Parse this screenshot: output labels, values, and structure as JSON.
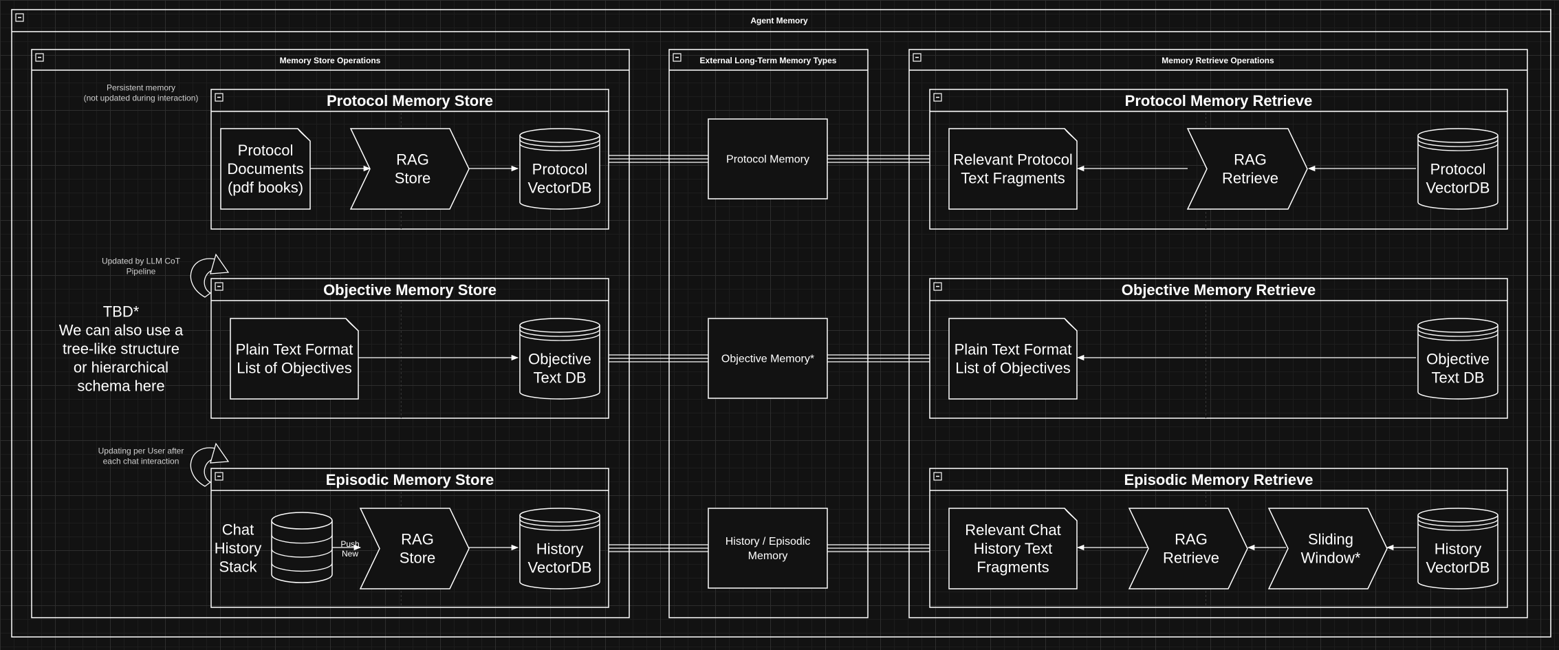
{
  "outer": {
    "title": "Agent Memory"
  },
  "store_panel": {
    "title": "Memory Store Operations",
    "protocol": {
      "title": "Protocol Memory Store",
      "doc": [
        "Protocol",
        "Documents",
        "(pdf books)"
      ],
      "rag": [
        "RAG",
        "Store"
      ],
      "db": [
        "Protocol",
        "VectorDB"
      ]
    },
    "objective": {
      "title": "Objective Memory Store",
      "doc": [
        "Plain Text Format",
        "List of Objectives"
      ],
      "db": [
        "Objective",
        "Text DB"
      ]
    },
    "episodic": {
      "title": "Episodic Memory Store",
      "stack_label": [
        "Chat",
        "History",
        "Stack"
      ],
      "push": [
        "Push",
        "New"
      ],
      "rag": [
        "RAG",
        "Store"
      ],
      "db": [
        "History",
        "VectorDB"
      ]
    },
    "notes": {
      "persistent": [
        "Persistent memory",
        "(not updated during interaction)"
      ],
      "updated_llm": [
        "Updated by LLM CoT",
        "Pipeline"
      ],
      "tbd": [
        "TBD*",
        "We can also use a",
        "tree-like structure",
        "or hierarchical",
        "schema here"
      ],
      "updating_user": [
        "Updating per User after",
        "each chat interaction"
      ]
    }
  },
  "types_panel": {
    "title": "External Long-Term Memory Types",
    "protocol": [
      "Protocol Memory"
    ],
    "objective": [
      "Objective Memory*"
    ],
    "episodic": [
      "History / Episodic",
      "Memory"
    ]
  },
  "retrieve_panel": {
    "title": "Memory Retrieve Operations",
    "protocol": {
      "title": "Protocol Memory Retrieve",
      "doc": [
        "Relevant Protocol",
        "Text Fragments"
      ],
      "rag": [
        "RAG",
        "Retrieve"
      ],
      "db": [
        "Protocol",
        "VectorDB"
      ]
    },
    "objective": {
      "title": "Objective Memory Retrieve",
      "doc": [
        "Plain Text Format",
        "List of Objectives"
      ],
      "db": [
        "Objective",
        "Text DB"
      ]
    },
    "episodic": {
      "title": "Episodic Memory Retrieve",
      "doc": [
        "Relevant Chat",
        "History Text",
        "Fragments"
      ],
      "rag": [
        "RAG",
        "Retrieve"
      ],
      "window": [
        "Sliding",
        "Window*"
      ],
      "db": [
        "History",
        "VectorDB"
      ]
    }
  },
  "colors": {
    "background": "#121212",
    "line": "#ffffff",
    "grid": "#2e2e2e"
  }
}
